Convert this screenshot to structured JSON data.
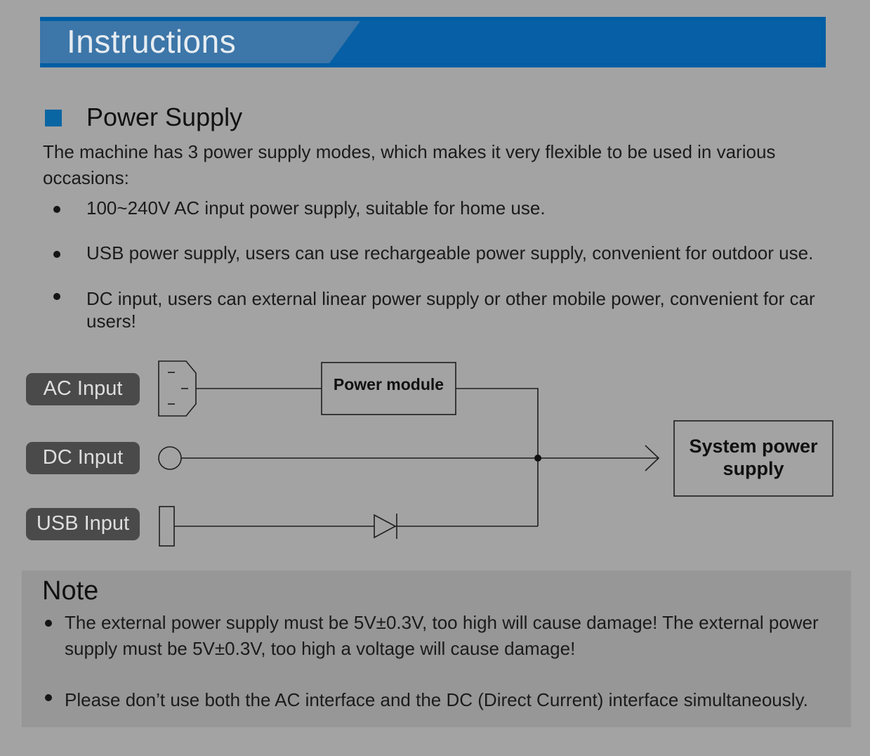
{
  "banner": {
    "title": "Instructions"
  },
  "section": {
    "title": "Power Supply",
    "intro": "The machine has 3 power supply modes, which makes it very flexible to be used in various occasions:",
    "bullets": [
      "100~240V AC input power supply, suitable for home use.",
      "USB power supply, users can use rechargeable power supply, convenient for outdoor use.",
      "DC input, users can external linear power supply or other mobile power, convenient for car users!"
    ]
  },
  "diagram": {
    "inputs": [
      "AC Input",
      "DC Input",
      "USB Input"
    ],
    "power_module": "Power module",
    "system_power_line1": "System power",
    "system_power_line2": "supply"
  },
  "note": {
    "title": "Note",
    "items": [
      "The external power supply must be 5V±0.3V, too high will cause damage! The external power supply must be 5V±0.3V, too high a voltage will cause damage!",
      "Please don’t use both the AC interface and the DC (Direct Current) interface simultaneously."
    ]
  },
  "colors": {
    "background": "#a3a3a3",
    "banner_blue": "#005ea4",
    "banner_light": "#3d76a8",
    "accent_square": "#0a66a2",
    "note_panel": "#979797",
    "pill": "#4a4a4a"
  }
}
